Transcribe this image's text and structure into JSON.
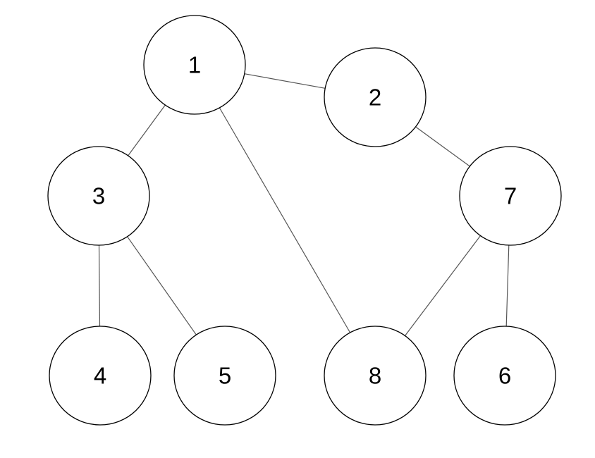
{
  "diagram": {
    "type": "graph",
    "colors": {
      "edge": "#555555",
      "node_stroke": "#000000",
      "node_fill": "#ffffff",
      "label": "#000000"
    },
    "nodes": [
      {
        "id": "1",
        "label": "1"
      },
      {
        "id": "2",
        "label": "2"
      },
      {
        "id": "3",
        "label": "3"
      },
      {
        "id": "7",
        "label": "7"
      },
      {
        "id": "4",
        "label": "4"
      },
      {
        "id": "5",
        "label": "5"
      },
      {
        "id": "8",
        "label": "8"
      },
      {
        "id": "6",
        "label": "6"
      }
    ],
    "edges": [
      {
        "from": "1",
        "to": "2"
      },
      {
        "from": "1",
        "to": "3"
      },
      {
        "from": "1",
        "to": "8"
      },
      {
        "from": "2",
        "to": "7"
      },
      {
        "from": "3",
        "to": "4"
      },
      {
        "from": "3",
        "to": "5"
      },
      {
        "from": "7",
        "to": "8"
      },
      {
        "from": "7",
        "to": "6"
      }
    ]
  }
}
